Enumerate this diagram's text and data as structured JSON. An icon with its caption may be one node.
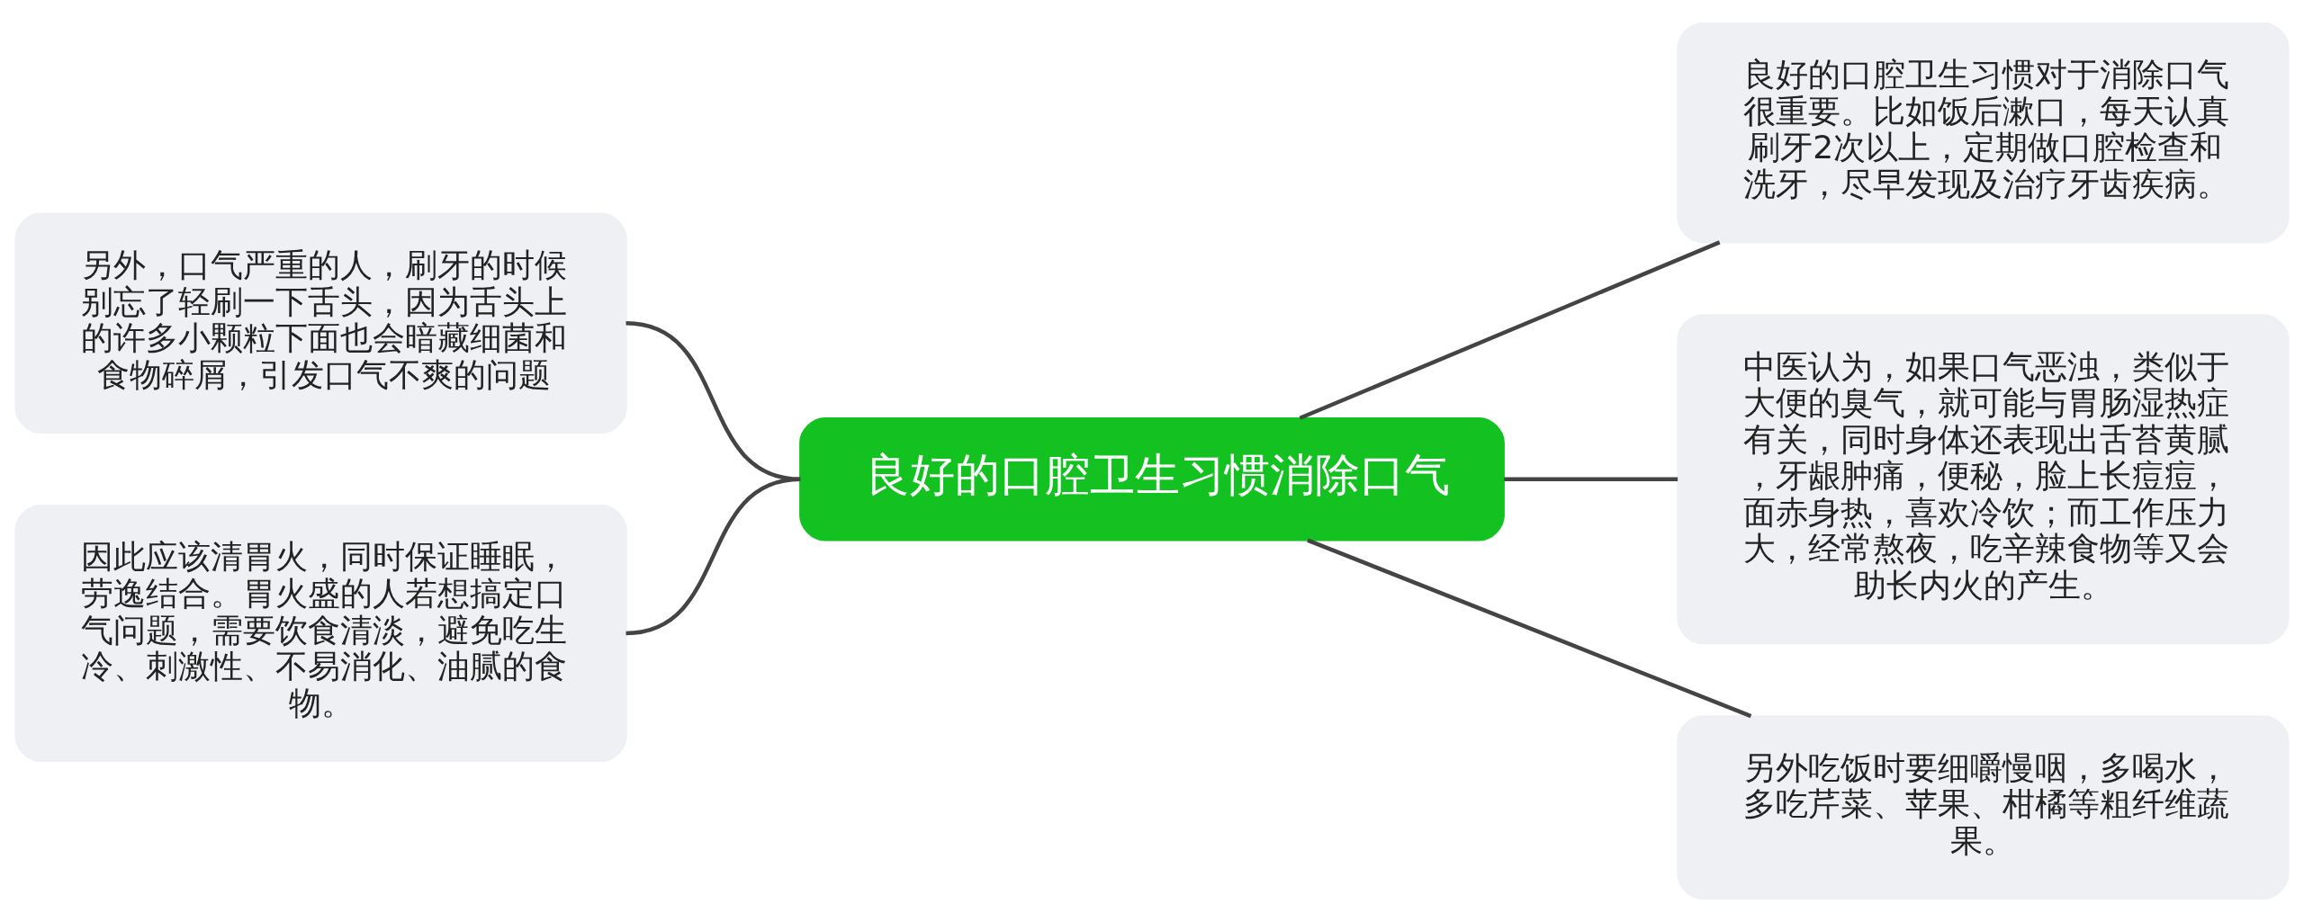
{
  "diagram": {
    "nodes": [
      {
        "text": [
          "良好的口腔卫生习惯消除口气"
        ]
      },
      {
        "text": [
          "另外，口气严重的人，刷牙的时候别忘了轻刷一下舌头，因为舌头上的许多小颗粒下面也会暗藏细菌和食物碎屑，引发口气不爽的问题"
        ]
      },
      {
        "text": [
          "因此应该清胃火，同时保证睡眠，劳逸结合。胃火盛的人若想搞定口气问题，需要饮食清淡，避免吃生冷、刺激性、不易消化、油腻的食物。"
        ]
      },
      {
        "text": [
          "良好的口腔卫生习惯对于消除口气很重要。比如饭后漱口，每天认真刷牙2次以上，定期做口腔检查和洗牙，尽早发现及治疗牙齿疾病。"
        ]
      },
      {
        "text": [
          "中医认为，如果口气恶浊，类似于大便的臭气，就可能与胃肠湿热症有关，同时身体还表现出舌苔黄腻，牙龈肿痛，便秘，脸上长痘痘，面赤身热，喜欢冷饮；而工作压力大，经常熬夜，吃辛辣食物等又会助长内火的产生。"
        ]
      },
      {
        "text": [
          "另外吃饭时要细嚼慢咽，多喝水，多吃芹菜、苹果、柑橘等粗纤维蔬果。"
        ]
      }
    ],
    "edges": [
      {
        "from": 0,
        "to": 1,
        "arrow": "none"
      },
      {
        "from": 0,
        "to": 2,
        "arrow": "none"
      },
      {
        "from": 0,
        "to": 3,
        "arrow": "none"
      },
      {
        "from": 0,
        "to": 4,
        "arrow": "none"
      },
      {
        "from": 0,
        "to": 5,
        "arrow": "none"
      }
    ]
  }
}
